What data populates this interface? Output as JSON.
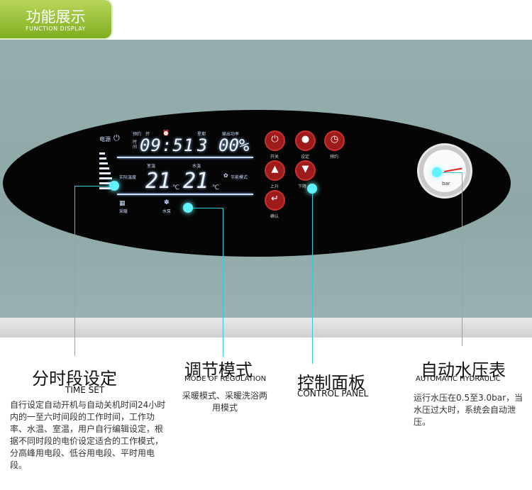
{
  "header": {
    "title_cn": "功能展示",
    "title_en": "FUNCTION DISPLAY"
  },
  "display": {
    "power_label": "电源",
    "timer_label": "预约",
    "timer_state": "开",
    "time_label": "时间",
    "time": "09:51",
    "day": "3",
    "week_label": "星期",
    "output_label": "输出功率",
    "output_value": "00%",
    "room_label": "室温",
    "actual_label": "实际温度",
    "room_temp": "21",
    "water_label": "水温",
    "water_temp": "21",
    "deg": "℃",
    "eco_label": "节能模式",
    "heating_label": "采暖",
    "pump_label": "水泵"
  },
  "buttons": [
    {
      "name": "power-button",
      "icon": "power-icon",
      "symbol": "⏻",
      "label": "开关"
    },
    {
      "name": "set-button",
      "icon": "circle-icon",
      "symbol": "●",
      "label": "设定"
    },
    {
      "name": "schedule-button",
      "icon": "clock-icon",
      "symbol": "◷",
      "label": "预约"
    },
    {
      "name": "up-button",
      "icon": "up-arrow-icon",
      "symbol": "▲",
      "label": "上升"
    },
    {
      "name": "down-button",
      "icon": "down-arrow-icon",
      "symbol": "▼",
      "label": "下降"
    },
    {
      "name": "confirm-button",
      "icon": "enter-icon",
      "symbol": "↵",
      "label": "确认"
    }
  ],
  "gauge": {
    "unit": "bar"
  },
  "features": [
    {
      "title": "分时段设定",
      "subtitle": "TIME SET",
      "text": "自行设定自动开机与自动关机时间24小时内的一至六时间段的工作时间，工作功率、水温、室温，用户自行编辑设定，根据不同时段的电价设定适合的工作模式，分高峰用电段、低谷用电段、平时用电段。"
    },
    {
      "title": "调节模式",
      "subtitle": "MODE OF REGULATION",
      "text": "采暖模式、采暖洗浴两用模式"
    },
    {
      "title": "控制面板",
      "subtitle": "CONTROL PANEL",
      "text": ""
    },
    {
      "title": "自动水压表",
      "subtitle": "AUTOMATIC HYDRAULIC",
      "text": "运行水压在0.5至3.0bar，当水压过大时，系统会自动泄压。"
    }
  ],
  "colors": {
    "accent": "#7fae1f",
    "pointer": "#39c9d6",
    "button": "#9e1b1b"
  }
}
